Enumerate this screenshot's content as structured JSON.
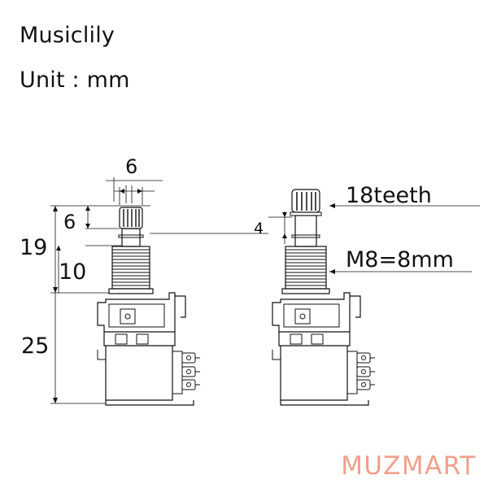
{
  "header": {
    "brand": "Musiclily",
    "unit_label": "Unit : mm"
  },
  "dimensions": {
    "shaft_diameter": "6",
    "knurl_height": "6",
    "total_shaft_height": "19",
    "thread_height": "10",
    "body_height": "25",
    "knurl_step": "4",
    "teeth_label": "18teeth",
    "thread_label": "M8=8mm"
  },
  "watermark": "MUZMART",
  "colors": {
    "line": "#111111",
    "watermark": "#f0a08a"
  }
}
